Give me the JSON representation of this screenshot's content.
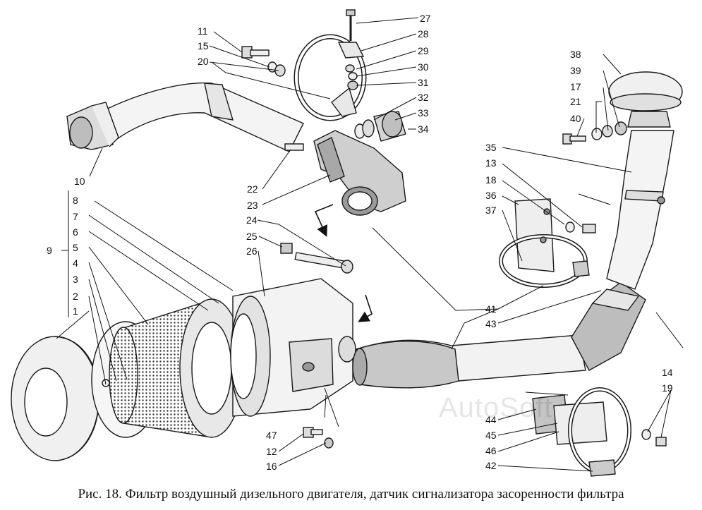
{
  "caption": "Рис. 18. Фильтр воздушный дизельного двигателя,  датчик сигнализатора засоренности фильтра",
  "watermark": "AutoSoft",
  "colors": {
    "ink": "#1a1a1a",
    "paper": "#ffffff",
    "shade": "#cfcfcf"
  },
  "labels": {
    "n1": "1",
    "n2": "2",
    "n3": "3",
    "n4": "4",
    "n5": "5",
    "n6": "6",
    "n7": "7",
    "n8": "8",
    "n9": "9",
    "n10": "10",
    "n11": "11",
    "n12": "12",
    "n13": "13",
    "n14": "14",
    "n15": "15",
    "n16": "16",
    "n17": "17",
    "n18": "18",
    "n19": "19",
    "n20": "20",
    "n21": "21",
    "n22": "22",
    "n23": "23",
    "n24": "24",
    "n25": "25",
    "n26": "26",
    "n27": "27",
    "n28": "28",
    "n29": "29",
    "n30": "30",
    "n31": "31",
    "n32": "32",
    "n33": "33",
    "n34": "34",
    "n35": "35",
    "n36": "36",
    "n37": "37",
    "n38": "38",
    "n39": "39",
    "n40": "40",
    "n41": "41",
    "n42": "42",
    "n43": "43",
    "n44": "44",
    "n45": "45",
    "n46": "46",
    "n47": "47"
  }
}
